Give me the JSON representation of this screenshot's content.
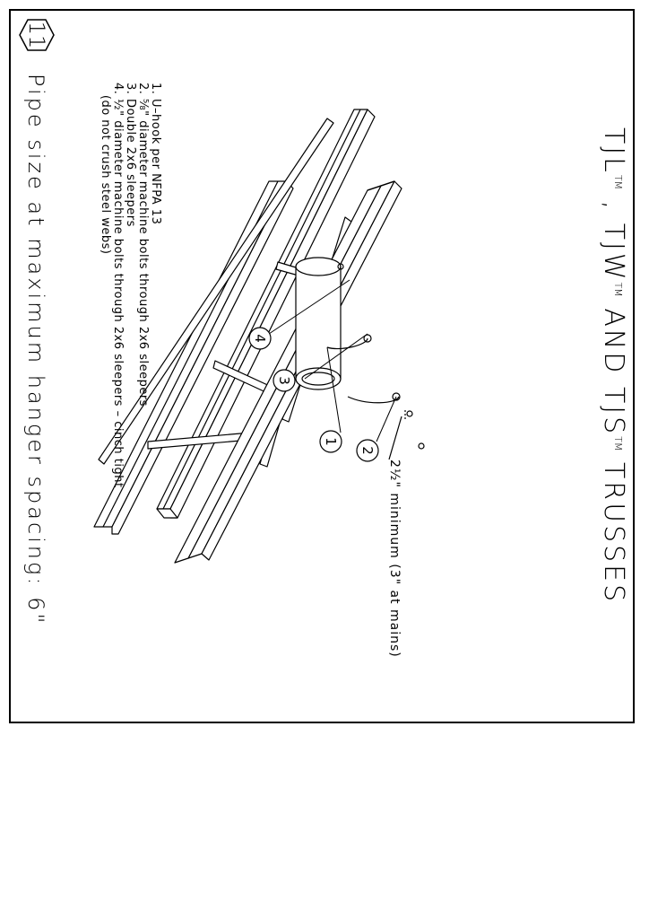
{
  "sheet_number": "11",
  "title": {
    "part1": "TJL",
    "tm1": "TM",
    "part2": ", TJW",
    "tm2": "TM",
    "part3": "AND TJS",
    "tm3": "TM",
    "part4": "TRUSSES"
  },
  "notes": [
    "1. U–hook per NFPA 13",
    "2. ⅝\" diameter machine bolts through 2x6 sleepers",
    "3. Double 2x6 sleepers",
    "4. ½\" diameter machine bolts through 2x6 sleepers – cinch tight",
    "   (do not crush steel webs)"
  ],
  "dimension_label": "2½\" minimum (3\" at mains)",
  "callouts": [
    "1",
    "2",
    "3",
    "4"
  ],
  "footer": "Pipe size at maximum hanger spacing: 6\""
}
